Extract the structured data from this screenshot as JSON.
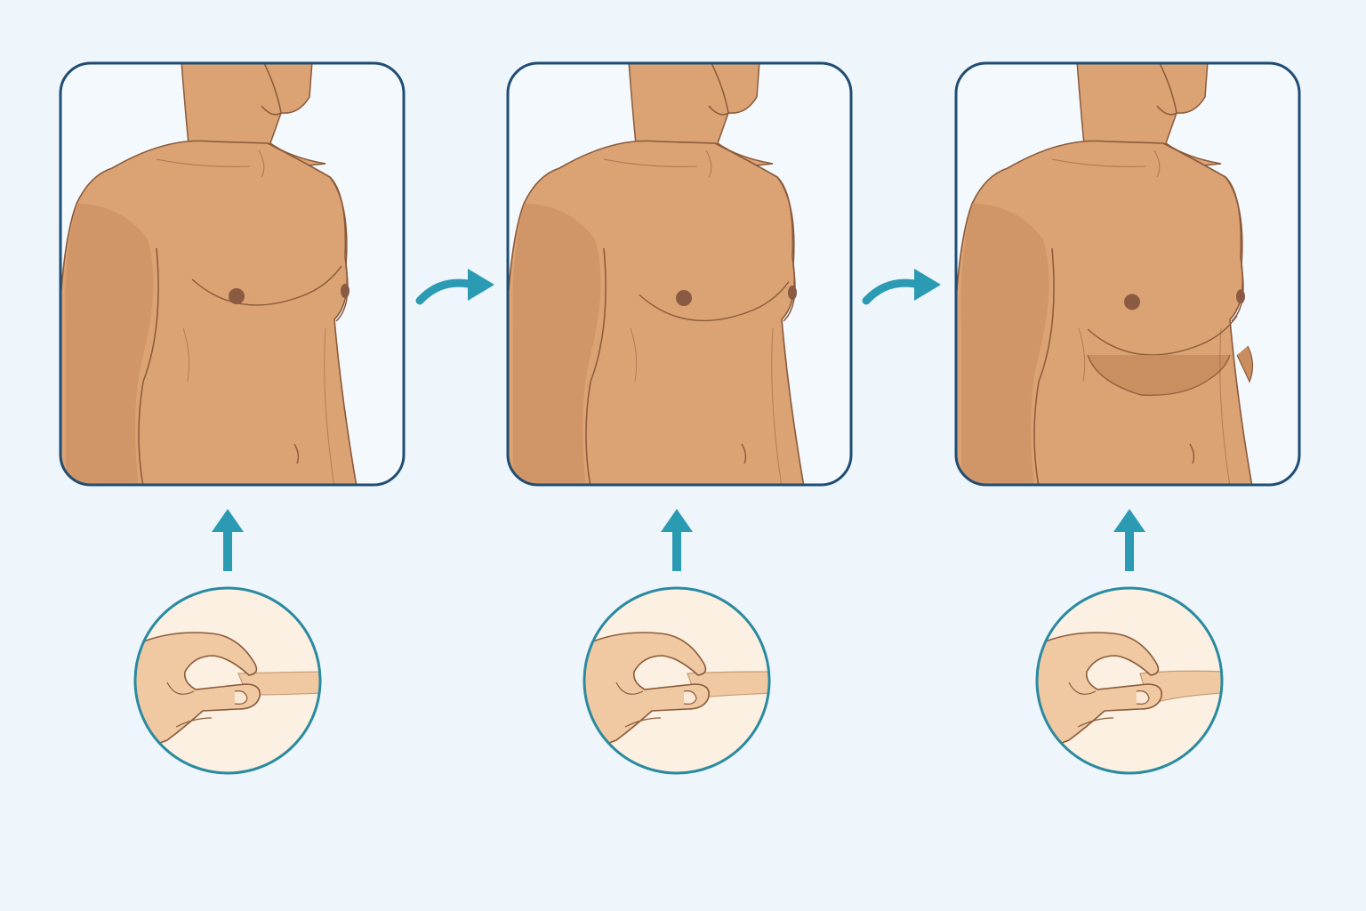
{
  "colors": {
    "background": "#eef5fb",
    "panel_border": "#1f4d73",
    "circle_border": "#2a8aa0",
    "arrow": "#2a9bb3",
    "skin": "#dba273",
    "skin_shade": "#c98d5e",
    "skin_line": "#8a5a3a",
    "nipple": "#8a5a42",
    "hand": "#f0c9a3",
    "circle_fill": "#fbf0e2"
  },
  "stages": [
    {
      "step": 1,
      "chest_sag": 0.0,
      "skin_fold": 0.0
    },
    {
      "step": 2,
      "chest_sag": 0.25,
      "skin_fold": 0.3
    },
    {
      "step": 3,
      "chest_sag": 0.8,
      "skin_fold": 1.0
    }
  ],
  "icons": {
    "side_arrow": "curved-right-arrow-icon",
    "up_arrow": "up-arrow-icon",
    "pinch": "skin-pinch-icon"
  }
}
